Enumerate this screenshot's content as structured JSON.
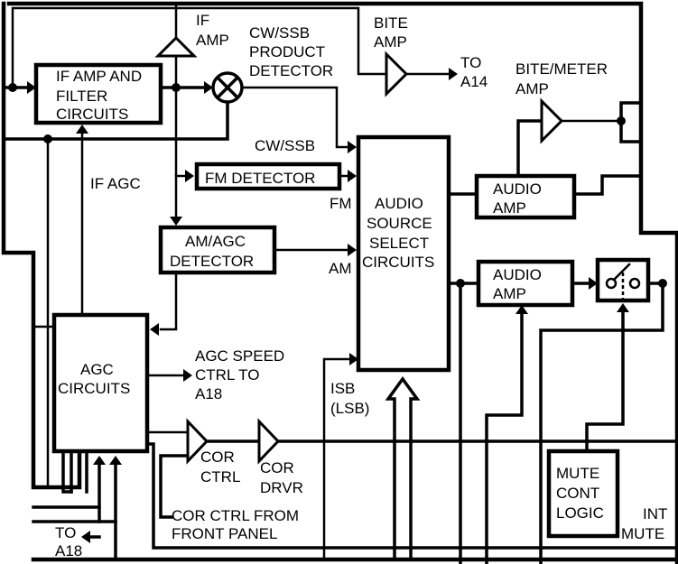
{
  "diagram": {
    "type": "block-diagram",
    "blocks": {
      "if_amp_filter": [
        "IF AMP AND",
        "FILTER",
        "CIRCUITS"
      ],
      "fm_detector": [
        "FM DETECTOR"
      ],
      "am_agc_detector": [
        "AM/AGC",
        "DETECTOR"
      ],
      "agc_circuits": [
        "AGC",
        "CIRCUITS"
      ],
      "audio_source_select": [
        "AUDIO",
        "SOURCE",
        "SELECT",
        "CIRCUITS"
      ],
      "audio_amp_1": [
        "AUDIO",
        "AMP"
      ],
      "audio_amp_2": [
        "AUDIO",
        "AMP"
      ],
      "mute_cont_logic": [
        "MUTE",
        "CONT",
        "LOGIC"
      ]
    },
    "amplifiers": {
      "if_amp": [
        "IF",
        "AMP"
      ],
      "bite_amp": [
        "BITE",
        "AMP"
      ],
      "bite_meter_amp": [
        "BITE/METER",
        "AMP"
      ],
      "cor_ctrl": [
        "COR",
        "CTRL"
      ],
      "cor_drvr": [
        "COR",
        "DRVR"
      ]
    },
    "mixer": {
      "label": [
        "CW/SSB",
        "PRODUCT",
        "DETECTOR"
      ],
      "symbol": "circle-x-icon"
    },
    "signal_labels": {
      "to_a14": [
        "TO",
        "A14"
      ],
      "cw_ssb": "CW/SSB",
      "if_agc": "IF AGC",
      "fm": "FM",
      "am": "AM",
      "agc_speed": [
        "AGC SPEED",
        "CTRL TO",
        "A18"
      ],
      "isb": [
        "ISB",
        "(LSB)"
      ],
      "cor_ctrl_front": [
        "COR CTRL FROM",
        "FRONT PANEL"
      ],
      "to_a18": [
        "TO",
        "A18"
      ],
      "int_mute": [
        "INT",
        "MUTE"
      ]
    },
    "switch": {
      "symbol": "switch-icon",
      "state": "open"
    }
  }
}
